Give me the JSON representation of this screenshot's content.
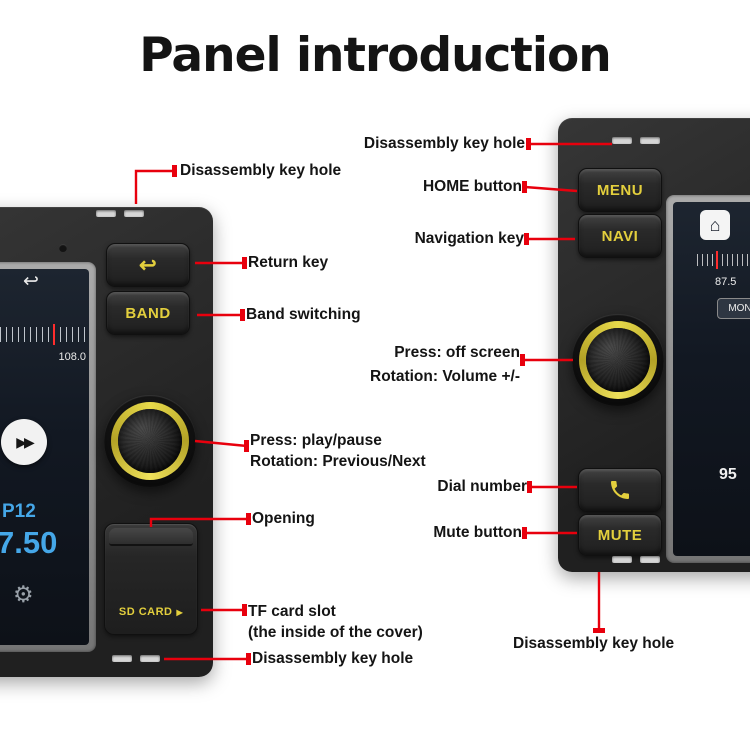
{
  "title": "Panel introduction",
  "colors": {
    "callout_red": "#e8000d",
    "key_label_yellow": "#e3cf3d",
    "knob_ring_yellow": "#d8c73c",
    "screen_accent_blue": "#45a7e8",
    "device_body": "#262626"
  },
  "left_device": {
    "keys": {
      "return_icon": "↩",
      "band_label": "BAND",
      "sd_card_label": "SD CARD",
      "sd_card_arrow": "▶"
    },
    "screen": {
      "back_icon": "↩",
      "scale_end_frequency": "108.0",
      "play_icon": "▶▶",
      "preset": "P12",
      "frequency": "7.50",
      "gear_icon": "⚙"
    }
  },
  "right_device": {
    "keys": {
      "menu_label": "MENU",
      "navi_label": "NAVI",
      "mute_label": "MUTE"
    },
    "screen": {
      "home_icon": "⌂",
      "frequency": "87.5",
      "source_label": "MON",
      "list_value": "95"
    }
  },
  "callouts_left": {
    "disassembly_top": "Disassembly key hole",
    "return_key": "Return key",
    "band_switching": "Band switching",
    "knob_press": "Press: play/pause",
    "knob_rotation": "Rotation: Previous/Next",
    "opening": "Opening",
    "tf_card_slot": "TF card slot",
    "tf_card_note": "(the inside of the cover)",
    "disassembly_bottom": "Disassembly key hole"
  },
  "callouts_right": {
    "disassembly_top": "Disassembly key hole",
    "home_button": "HOME button",
    "navigation_key": "Navigation key",
    "knob_press": "Press: off screen",
    "knob_rotation": "Rotation: Volume +/-",
    "dial_number": "Dial number",
    "mute_button": "Mute button",
    "disassembly_bottom": "Disassembly key hole"
  }
}
